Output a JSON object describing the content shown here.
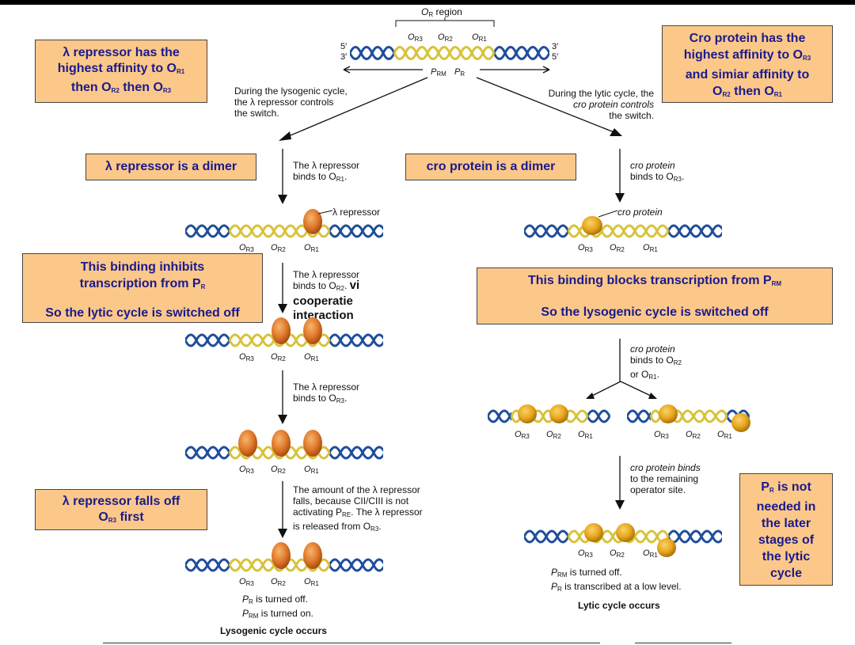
{
  "top_header": {
    "region_label": "O",
    "region_sub": "R",
    "region_word": "region",
    "strand_top_left": "5′",
    "strand_bot_left": "3′",
    "strand_top_right": "3′",
    "strand_bot_right": "5′",
    "op_r3": "O",
    "sub_r3": "R3",
    "op_r2": "O",
    "sub_r2": "R2",
    "op_r1": "O",
    "sub_r1": "R1",
    "prm": "P",
    "prm_sub": "RM",
    "pr": "P",
    "pr_sub": "R"
  },
  "lysogenic": {
    "intro_1": "During the lysogenic cycle,",
    "intro_2": "the λ repressor controls",
    "intro_3": "the switch.",
    "step1_1": "The λ repressor",
    "step1_2": "binds to O",
    "step1_sub": "R1",
    "repressor_label": "λ repressor",
    "step2_1": "The λ repressor",
    "step2_2": "binds to O",
    "step2_sub": "R2",
    "step2_vi": "vi",
    "step2_coop_1": "cooperatie",
    "step2_coop_2": "interaction",
    "step3_1": "The λ repressor",
    "step3_2": "binds to O",
    "step3_sub": "R3",
    "step4_1": "The amount of the λ repressor",
    "step4_2": "falls, because CII/CIII is not",
    "step4_3": "activating P",
    "step4_3_sub": "RE",
    "step4_3_end": ". The λ repressor",
    "step4_4": "is released from O",
    "step4_4_sub": "R3",
    "result_1": "P",
    "result_1_sub": "R",
    "result_1_end": " is turned off.",
    "result_2": "P",
    "result_2_sub": "RM",
    "result_2_end": " is turned on.",
    "occurs": "Lysogenic cycle occurs"
  },
  "lytic": {
    "intro_1": "During the lytic cycle,  the",
    "intro_2": "cro protein controls",
    "intro_3": "the switch.",
    "step1_1": "cro protein",
    "step1_2": "binds to O",
    "step1_sub": "R3",
    "cro_label": "cro protein",
    "step2_1": "cro protein",
    "step2_2": "binds to O",
    "step2_sub": "R2",
    "step2_3": "or O",
    "step2_3_sub": "R1",
    "step3_1": "cro protein binds",
    "step3_2": "to the remaining",
    "step3_3": "operator site.",
    "result_1": "P",
    "result_1_sub": "RM",
    "result_1_end": " is turned off.",
    "result_2": "P",
    "result_2_sub": "R",
    "result_2_end": " is transcribed at a low level.",
    "occurs": "Lytic cycle occurs"
  },
  "operator_labels": {
    "r3": "O",
    "r3_sub": "R3",
    "r2": "O",
    "r2_sub": "R2",
    "r1": "O",
    "r1_sub": "R1"
  },
  "notes": {
    "affinity_lambda_1": "λ repressor has the",
    "affinity_lambda_2": "highest affinity to O",
    "affinity_lambda_2_sub": "R1",
    "affinity_lambda_3": "then O",
    "affinity_lambda_3_sub": "R2",
    "affinity_lambda_3_mid": " then O",
    "affinity_lambda_3_sub2": "R3",
    "affinity_cro_1": "Cro protein has the",
    "affinity_cro_2": "highest affinity to O",
    "affinity_cro_2_sub": "R3",
    "affinity_cro_3": "and simiar affinity to",
    "affinity_cro_4": "O",
    "affinity_cro_4_sub": "R2",
    "affinity_cro_4_mid": " then O",
    "affinity_cro_4_sub2": "R1",
    "lambda_dimer": "λ repressor is a dimer",
    "cro_dimer": "cro protein is a dimer",
    "inhibits_1": "This binding inhibits",
    "inhibits_2": "transcription from P",
    "inhibits_2_sub": "R",
    "inhibits_3": "So the lytic cycle is switched off",
    "blocks_1": "This binding blocks transcription from P",
    "blocks_1_sub": "RM",
    "blocks_2": "So the lysogenic cycle is switched off",
    "falls_1": "λ repressor falls off",
    "falls_2": "O",
    "falls_2_sub": "R3",
    "falls_2_end": " first",
    "pr_not_1": "P",
    "pr_not_1_sub": "R",
    "pr_not_1_end": " is not",
    "pr_not_2": "needed in",
    "pr_not_3": "the later",
    "pr_not_4": "stages of",
    "pr_not_5": "the lytic",
    "pr_not_6": "cycle"
  },
  "colors": {
    "dna_blue": "#1f4e9a",
    "dna_yellow": "#d8c23a",
    "protein_orange": "#e0782a",
    "cro_yellow": "#e8a51c",
    "note_fill": "#fcc889",
    "note_text": "#1a1a8c"
  }
}
